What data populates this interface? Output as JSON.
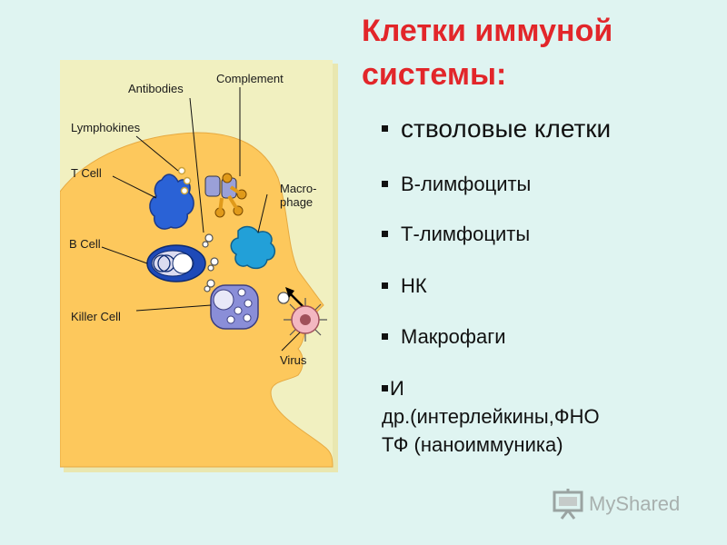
{
  "title": {
    "line1": "Клетки иммуной",
    "line2": "системы:"
  },
  "bullets": [
    "стволовые клетки",
    "В-лимфоциты",
    "Т-лимфоциты",
    "НК",
    "Макрофаги"
  ],
  "last_bullet": {
    "line1": "И",
    "line2": "др.(интерлейкины,ФНО",
    "line3": "ТФ (наноиммуника)"
  },
  "diagram": {
    "labels": {
      "antibodies": "Antibodies",
      "complement": "Complement",
      "lymphokines": "Lymphokines",
      "t_cell": "T Cell",
      "macrophage_1": "Macro-",
      "macrophage_2": "phage",
      "b_cell": "B Cell",
      "killer_cell": "Killer Cell",
      "virus": "Virus"
    },
    "colors": {
      "background": "#f1f0c0",
      "head": "#fdc85c",
      "t_cell": "#2a62d6",
      "b_cell": "#1e4ab8",
      "macrophage": "#22a0d8",
      "complement": "#e09a1a",
      "killer_cell": "#8a8ed8",
      "virus": "#f3b7c1"
    }
  },
  "watermark": {
    "text": "MyShared",
    "icon": "presentation-board-icon"
  },
  "theme": {
    "title_color": "#e2262a",
    "slide_background": "#dff4f1"
  }
}
